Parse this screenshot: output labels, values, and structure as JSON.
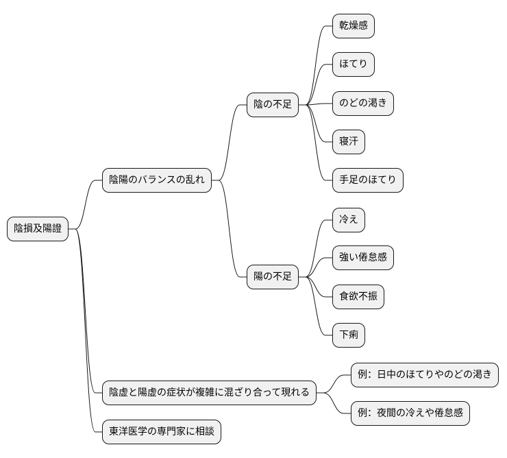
{
  "diagram": {
    "root": {
      "id": "root",
      "label": "陰損及陽證"
    },
    "branches": [
      {
        "id": "imbalance",
        "label": "陰陽のバランスの乱れ",
        "parent": "root"
      },
      {
        "id": "yin-deficiency",
        "label": "陰の不足",
        "parent": "imbalance"
      },
      {
        "id": "dryness",
        "label": "乾燥感",
        "parent": "yin-deficiency"
      },
      {
        "id": "hot-flush",
        "label": "ほてり",
        "parent": "yin-deficiency"
      },
      {
        "id": "thirst",
        "label": "のどの渇き",
        "parent": "yin-deficiency"
      },
      {
        "id": "night-sweat",
        "label": "寝汗",
        "parent": "yin-deficiency"
      },
      {
        "id": "hand-foot-heat",
        "label": "手足のほてり",
        "parent": "yin-deficiency"
      },
      {
        "id": "yang-deficiency",
        "label": "陽の不足",
        "parent": "imbalance"
      },
      {
        "id": "coldness",
        "label": "冷え",
        "parent": "yang-deficiency"
      },
      {
        "id": "fatigue",
        "label": "強い倦怠感",
        "parent": "yang-deficiency"
      },
      {
        "id": "anorexia",
        "label": "食欲不振",
        "parent": "yang-deficiency"
      },
      {
        "id": "diarrhea",
        "label": "下痢",
        "parent": "yang-deficiency"
      },
      {
        "id": "mixed",
        "label": "陰虚と陽虚の症状が複雑に混ざり合って現れる",
        "parent": "root"
      },
      {
        "id": "example-day",
        "label": "例：日中のほてりやのどの渇き",
        "parent": "mixed"
      },
      {
        "id": "example-night",
        "label": "例：夜間の冷えや倦怠感",
        "parent": "mixed"
      },
      {
        "id": "consult",
        "label": "東洋医学の専門家に相談",
        "parent": "root"
      }
    ]
  }
}
